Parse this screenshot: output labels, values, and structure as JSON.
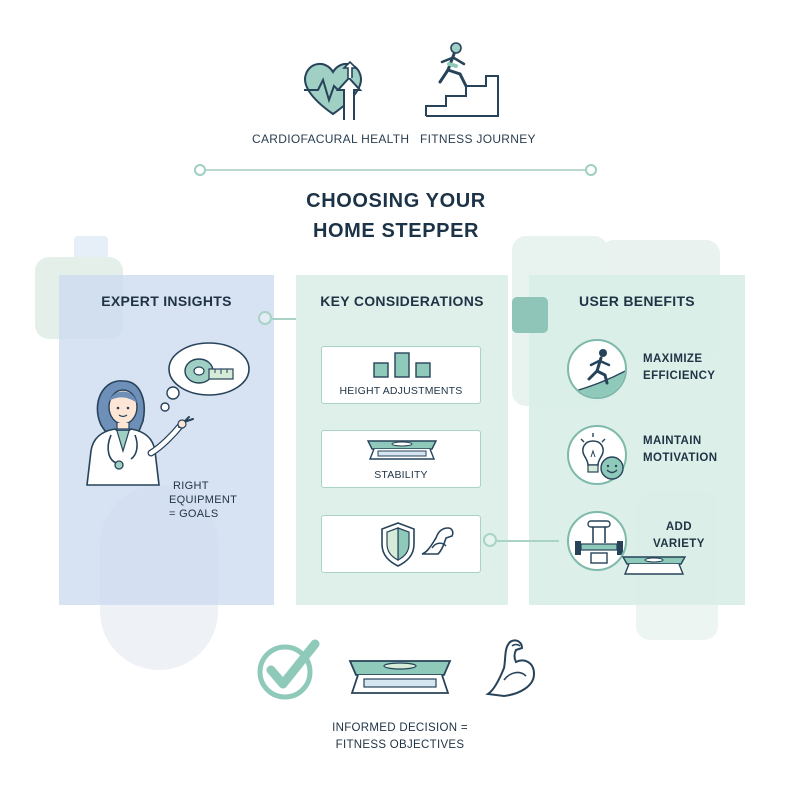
{
  "header": {
    "left_label": "CARDIOFACURAL HEALTH",
    "right_label": "FITNESS JOURNEY",
    "title_line1": "CHOOSING YOUR",
    "title_line2": "HOME STEPPER"
  },
  "panels": {
    "expert": {
      "heading": "EXPERT INSIGHTS",
      "caption_line1": "RIGHT",
      "caption_line2": "EQUIPMENT",
      "caption_line3": "= GOALS"
    },
    "considerations": {
      "heading": "KEY CONSIDERATIONS",
      "cards": [
        {
          "label": "HEIGHT ADJUSTMENTS"
        },
        {
          "label": "STABILITY"
        },
        {
          "label": ""
        }
      ]
    },
    "benefits": {
      "heading": "USER BENEFITS",
      "items": [
        {
          "line1": "MAXIMIZE",
          "line2": "EFFICIENCY"
        },
        {
          "line1": "MAINTAIN",
          "line2": "MOTIVATION"
        },
        {
          "line1": "ADD",
          "line2": "VARIETY"
        }
      ]
    }
  },
  "footer": {
    "line1": "INFORMED DECISION =",
    "line2": "FITNESS OBJECTIVES"
  },
  "colors": {
    "panel_blue": "#dce6f4",
    "panel_green": "#dff0ea",
    "accent_teal": "#8fc9b9",
    "stroke_dark": "#27435a"
  },
  "icons": [
    "heart-rate-icon",
    "stair-climber-icon",
    "thought-bubble-icon",
    "tape-measure-icon",
    "doctor-illustration",
    "adjustable-height-icon",
    "stepper-platform-icon",
    "shield-icon",
    "flexed-arm-icon",
    "runner-icon",
    "lightbulb-icon",
    "smiley-icon",
    "dumbbell-icon",
    "stepper-icon",
    "checkmark-icon"
  ]
}
